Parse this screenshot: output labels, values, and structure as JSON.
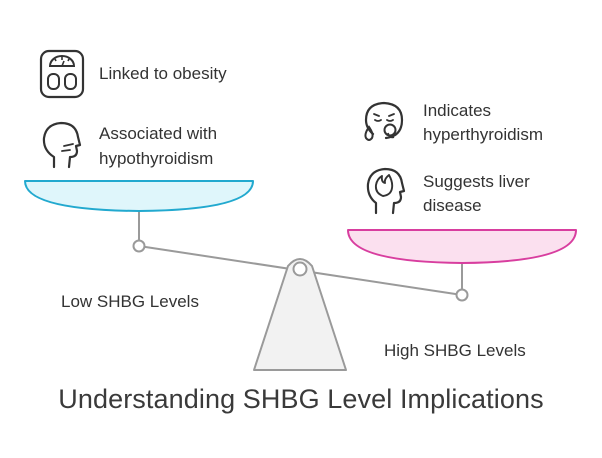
{
  "title": "Understanding SHBG Level Implications",
  "left_side": {
    "label": "Low SHBG Levels",
    "items": [
      {
        "icon": "bathroom-scale-icon",
        "text": "Linked to obesity"
      },
      {
        "icon": "head-profile-icon",
        "text_line1": "Associated with",
        "text_line2": "hypothyroidism"
      }
    ]
  },
  "right_side": {
    "label": "High SHBG Levels",
    "items": [
      {
        "icon": "sweating-face-icon",
        "text_line1": "Indicates",
        "text_line2": "hyperthyroidism"
      },
      {
        "icon": "head-flame-icon",
        "text_line1": "Suggests liver",
        "text_line2": "disease"
      }
    ]
  },
  "colors": {
    "left_pan_fill": "#dff6fb",
    "left_pan_stroke": "#22a9cf",
    "right_pan_fill": "#fbe0ef",
    "right_pan_stroke": "#d83e9f",
    "beam": "#9a9a9a",
    "fulcrum": "#f2f2f2"
  }
}
